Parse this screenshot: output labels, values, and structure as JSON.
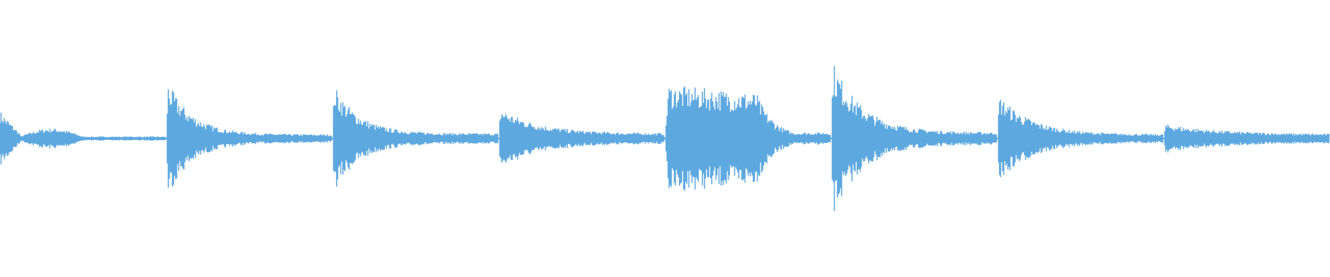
{
  "waveform": {
    "color": "#5ea8e0",
    "background": "#ffffff",
    "segments": [
      {
        "shape": "swell",
        "peak": 0.22,
        "decay": 0.6,
        "floor": 0.02
      },
      {
        "shape": "hit",
        "peak": 0.55,
        "decay": 0.3,
        "floor": 0.04
      },
      {
        "shape": "hit",
        "peak": 0.52,
        "decay": 0.3,
        "floor": 0.05
      },
      {
        "shape": "soft",
        "peak": 0.3,
        "decay": 0.45,
        "floor": 0.05
      },
      {
        "shape": "sustain",
        "peak": 0.52,
        "decay": 0.55,
        "floor": 0.06
      },
      {
        "shape": "hit",
        "peak": 0.75,
        "decay": 0.35,
        "floor": 0.06
      },
      {
        "shape": "hit",
        "peak": 0.42,
        "decay": 0.4,
        "floor": 0.04
      },
      {
        "shape": "soft",
        "peak": 0.14,
        "decay": 0.7,
        "floor": 0.04
      }
    ]
  }
}
